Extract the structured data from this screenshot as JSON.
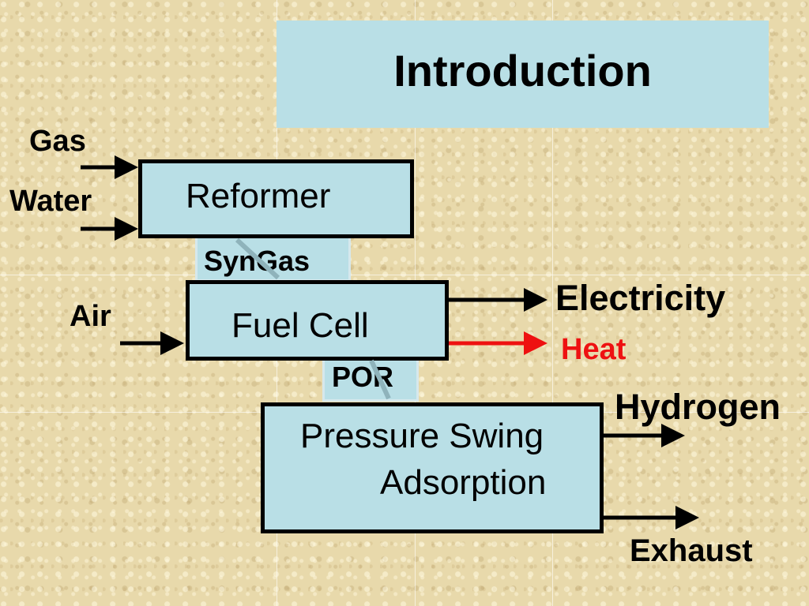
{
  "title": "Introduction",
  "nodes": {
    "reformer": "Reformer",
    "fuel_cell": "Fuel Cell",
    "psa_line1": "Pressure Swing",
    "psa_line2": "Adsorption"
  },
  "links": {
    "syngas": "SynGas",
    "por": "POR"
  },
  "inputs": {
    "gas": "Gas",
    "water": "Water",
    "air": "Air"
  },
  "outputs": {
    "electricity": "Electricity",
    "heat": "Heat",
    "hydrogen": "Hydrogen",
    "exhaust": "Exhaust"
  },
  "colors": {
    "box_fill": "#b9dfe6",
    "heat": "#ee1111",
    "arrow": "#000000"
  }
}
